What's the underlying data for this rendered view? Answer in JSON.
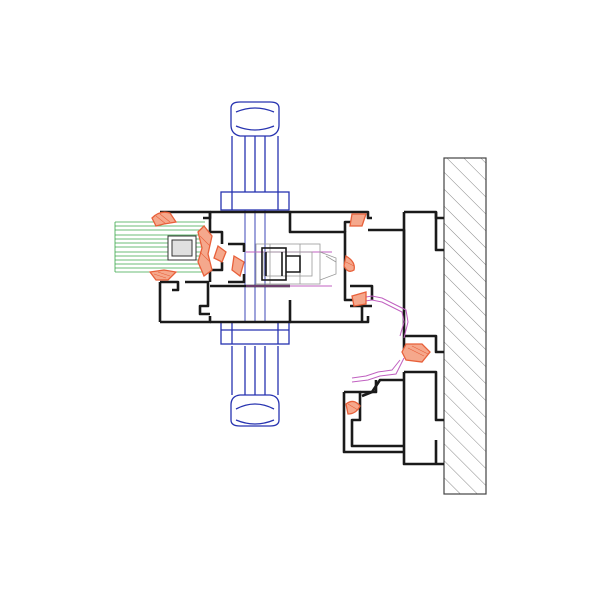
{
  "drawing": {
    "type": "window frame section detail (CAD)",
    "components": [
      {
        "name": "glass-pane",
        "kind": "double glazing"
      },
      {
        "name": "sash-profile",
        "kind": "aluminium profile"
      },
      {
        "name": "frame-profile",
        "kind": "aluminium profile"
      },
      {
        "name": "wall-adapter-profile",
        "kind": "aluminium profile"
      },
      {
        "name": "wall-section",
        "kind": "masonry wall (hatched)"
      },
      {
        "name": "handle",
        "kind": "window handle"
      }
    ],
    "colors": {
      "profile": "#1a1a1a",
      "gasket": "#e8603a",
      "glass": "#3aa84a",
      "handle": "#2733b0",
      "hatch": "#555555",
      "hardware": "#9a9a9a",
      "thermal_break": "#c060c0"
    }
  }
}
